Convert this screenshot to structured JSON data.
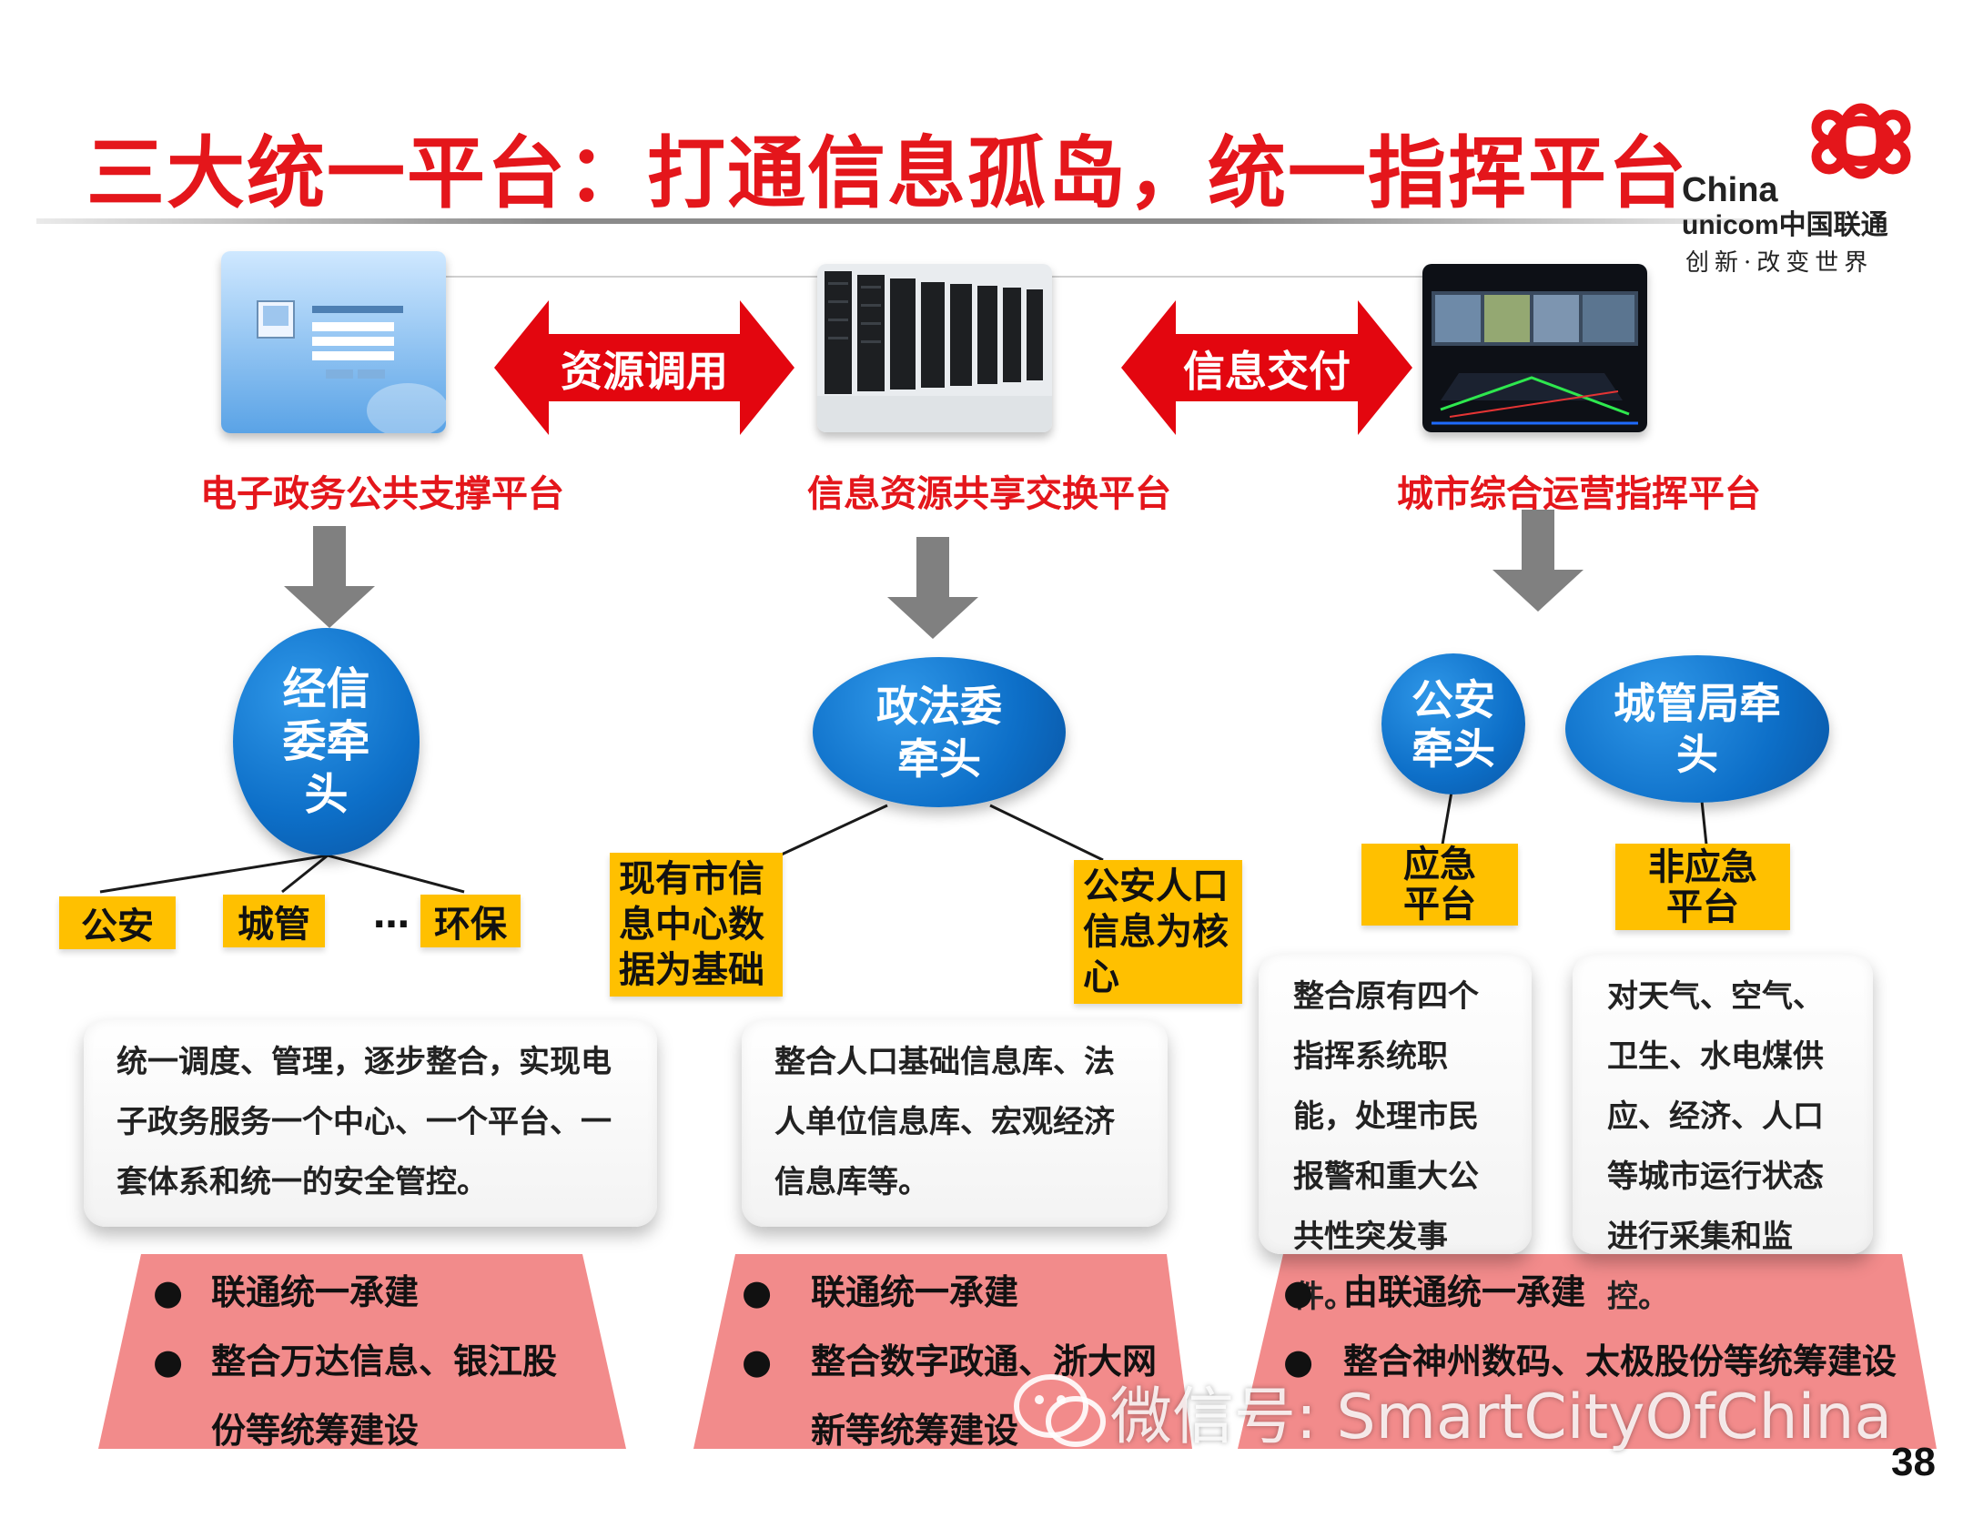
{
  "title": "三大统一平台：打通信息孤岛，统一指挥平台",
  "logo": {
    "line1": "China",
    "line2_a": "unicom",
    "line2_b": "中国联通",
    "slogan": "创新·改变世界"
  },
  "arrows": {
    "left": "资源调用",
    "right": "信息交付"
  },
  "platforms": [
    {
      "label": "电子政务公共支撑平台"
    },
    {
      "label": "信息资源共享交换平台"
    },
    {
      "label": "城市综合运营指挥平台"
    }
  ],
  "blobs": {
    "jingxin": "经信委牵头",
    "zhengfa": "政法委牵头",
    "gongan": "公安牵头",
    "chengguan": "城管局牵头"
  },
  "tags": {
    "gongan": "公安",
    "chengguan": "城管",
    "dots": "…",
    "huanbao": "环保"
  },
  "yboxes": {
    "mid_left": "现有市信息中心数据为基础",
    "mid_right": "公安人口信息为核心",
    "yingji": "应急平台",
    "feiyingji": "非应急平台"
  },
  "cards": {
    "left": "统一调度、管理，逐步整合，实现电子政务服务一个中心、一个平台、一套体系和统一的安全管控。",
    "mid": "整合人口基础信息库、法人单位信息库、宏观经济信息库等。",
    "right_a": "整合原有四个指挥系统职能，处理市民报警和重大公共性突发事件。",
    "right_b": "对天气、空气、卫生、水电煤供应、经济、人口等城市运行状态进行采集和监控。"
  },
  "bullets": {
    "left": [
      "联通统一承建",
      "整合万达信息、银江股份等统筹建设"
    ],
    "mid": [
      "联通统一承建",
      "整合数字政通、浙大网新等统筹建设"
    ],
    "right": [
      "由联通统一承建",
      "整合神州数码、太极股份等统筹建设"
    ]
  },
  "watermark": "微信号: SmartCityOfChina",
  "page_number": "38",
  "colors": {
    "title_red": "#e4161b",
    "blob_blue": "#0d6fc8",
    "tag_yellow": "#ffc000",
    "trap_pink": "#f28b8b",
    "arrow_gray": "#808080"
  }
}
